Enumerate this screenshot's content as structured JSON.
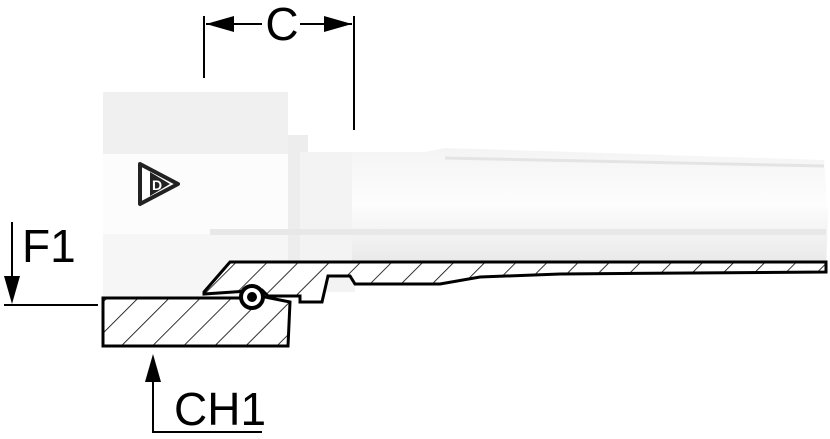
{
  "labels": {
    "dim_c": "C",
    "dim_f1": "F1",
    "dim_ch1": "CH1"
  },
  "logo": {
    "brand_glyph": "D"
  },
  "colors": {
    "body_face": "#fcfcfc",
    "body_light": "#f0f0f0",
    "body_shade": "#e2e2e2",
    "outline": "#000000",
    "logo": "#222222"
  }
}
